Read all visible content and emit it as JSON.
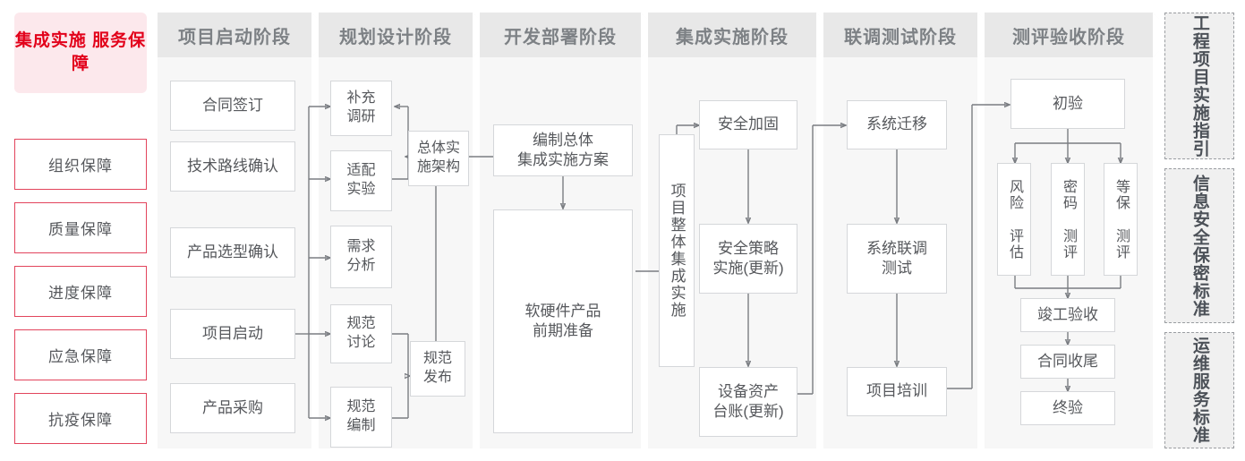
{
  "title_block": {
    "label": "集成实施\n服务保障",
    "color": "#e2001a",
    "bg": "#fce8ec"
  },
  "guarantees": [
    {
      "label": "组织保障"
    },
    {
      "label": "质量保障"
    },
    {
      "label": "进度保障"
    },
    {
      "label": "应急保障"
    },
    {
      "label": "抗疫保障"
    }
  ],
  "phases": [
    {
      "id": "phase-1",
      "header": "项目启动阶段",
      "nodes": [
        {
          "label": "合同签订"
        },
        {
          "label": "技术路线确认"
        },
        {
          "label": "产品选型确认"
        },
        {
          "label": "项目启动"
        },
        {
          "label": "产品采购"
        }
      ]
    },
    {
      "id": "phase-2",
      "header": "规划设计阶段",
      "nodes": [
        {
          "label": "补充\n调研"
        },
        {
          "label": "适配\n实验"
        },
        {
          "label": "需求\n分析"
        },
        {
          "label": "规范\n讨论"
        },
        {
          "label": "规范\n编制"
        },
        {
          "label": "总体实\n施架构"
        },
        {
          "label": "规范\n发布"
        }
      ]
    },
    {
      "id": "phase-3",
      "header": "开发部署阶段",
      "nodes": [
        {
          "label": "编制总体\n集成实施方案"
        },
        {
          "label": "软硬件产品\n前期准备"
        }
      ]
    },
    {
      "id": "phase-4",
      "header": "集成实施阶段",
      "nodes": [
        {
          "label": "项目整体集成实施"
        },
        {
          "label": "安全加固"
        },
        {
          "label": "安全策略\n实施(更新)"
        },
        {
          "label": "设备资产\n台账(更新)"
        }
      ]
    },
    {
      "id": "phase-5",
      "header": "联调测试阶段",
      "nodes": [
        {
          "label": "系统迁移"
        },
        {
          "label": "系统联调\n测试"
        },
        {
          "label": "项目培训"
        }
      ]
    },
    {
      "id": "phase-6",
      "header": "测评验收阶段",
      "nodes": [
        {
          "label": "初验"
        },
        {
          "label": "风险\n评估"
        },
        {
          "label": "密码\n测评"
        },
        {
          "label": "等保\n测评"
        },
        {
          "label": "竣工验收"
        },
        {
          "label": "合同收尾"
        },
        {
          "label": "终验"
        }
      ]
    }
  ],
  "standards": [
    {
      "label": "工程项目实施指引"
    },
    {
      "label": "信息安全保密标准"
    },
    {
      "label": "运维服务标准"
    }
  ]
}
